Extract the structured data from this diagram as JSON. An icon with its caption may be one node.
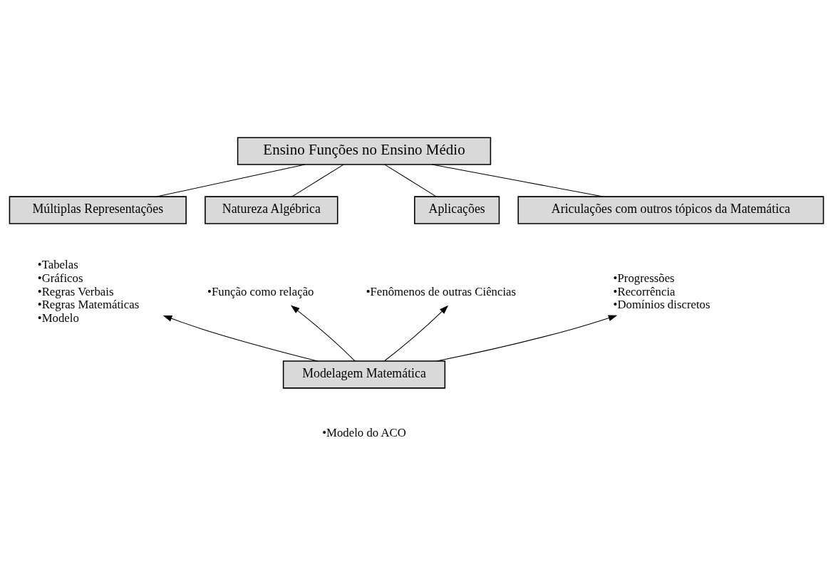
{
  "diagram": {
    "nodes": [
      {
        "text": [
          "Ensino Funções no Ensino Médio"
        ]
      },
      {
        "text": [
          "Múltiplas Representações"
        ]
      },
      {
        "text": [
          "Natureza Algébrica"
        ]
      },
      {
        "text": [
          "Aplicações"
        ]
      },
      {
        "text": [
          "Ariculações com outros tópicos da Matemática"
        ]
      },
      {
        "text": [
          "•Tabelas",
          "•Gráficos",
          "•Regras Verbais",
          "•Regras Matemáticas",
          "•Modelo"
        ]
      },
      {
        "text": [
          "•Função como relação"
        ]
      },
      {
        "text": [
          "•Fenômenos de outras Ciências"
        ]
      },
      {
        "text": [
          "•Progressões",
          "•Recorrência",
          "•Domínios discretos"
        ]
      },
      {
        "text": [
          "Modelagem Matemática"
        ],
        "beside": [
          "•Modelo do ACO"
        ]
      }
    ],
    "edges": [
      {
        "from": 0,
        "to": 1,
        "arrow": "none"
      },
      {
        "from": 0,
        "to": 2,
        "arrow": "none"
      },
      {
        "from": 0,
        "to": 3,
        "arrow": "none"
      },
      {
        "from": 0,
        "to": 4,
        "arrow": "none"
      },
      {
        "from": 9,
        "to": 5,
        "arrow": "to"
      },
      {
        "from": 9,
        "to": 6,
        "arrow": "to"
      },
      {
        "from": 9,
        "to": 7,
        "arrow": "to"
      },
      {
        "from": 9,
        "to": 8,
        "arrow": "to"
      }
    ]
  }
}
